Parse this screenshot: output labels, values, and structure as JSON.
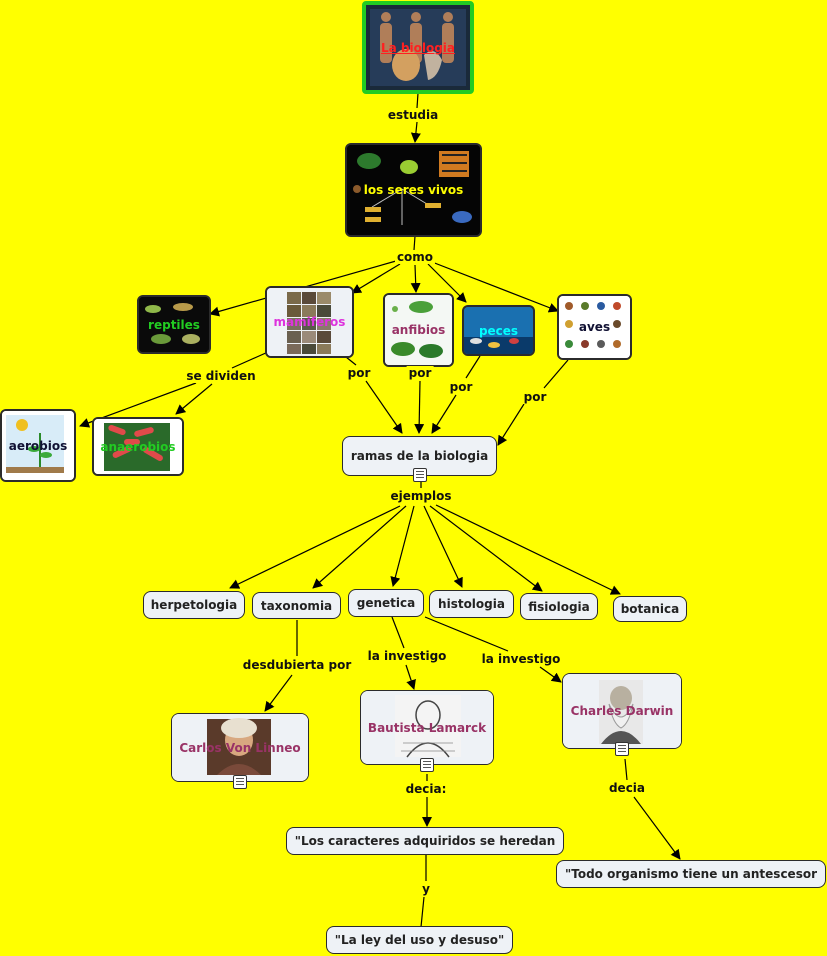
{
  "nodes": {
    "biologia": "La biologia",
    "seres": "los seres vivos",
    "reptiles": "reptiles",
    "mamiferos": "mamiferos",
    "anfibios": "anfibios",
    "peces": "peces",
    "aves": "aves",
    "aerobios": "aerobios",
    "anaerobios": "anaerobios",
    "ramas": "ramas de la biologia",
    "herpetologia": "herpetologia",
    "taxonomia": "taxonomia",
    "genetica": "genetica",
    "histologia": "histologia",
    "fisiologia": "fisiologia",
    "botanica": "botanica",
    "linneo": "Carlos Von Linneo",
    "lamarck": "Bautista Lamarck",
    "darwin": "Charles Darwin",
    "caracteres": "\"Los caracteres adquiridos se heredan",
    "ley": "\"La ley del uso y desuso\"",
    "organismo": "\"Todo organismo tiene un antescesor"
  },
  "links": {
    "estudia": "estudia",
    "como": "como",
    "se_dividen": "se dividen",
    "por1": "por",
    "por2": "por",
    "por3": "por",
    "por4": "por",
    "ejemplos": "ejemplos",
    "desdubierta_por": "desdubierta por",
    "la_investigo1": "la investigo",
    "la_investigo2": "la investigo",
    "decia1": "decia:",
    "decia2": "decia",
    "y": "y"
  },
  "colors": {
    "background": "#ffff00",
    "node_fill": "#eef2f6",
    "root_border": "#22cc22",
    "label_red": "#ff2020",
    "label_yellow": "#ffff00",
    "label_green": "#22cc22",
    "label_magenta": "#dd33dd",
    "label_purple": "#993366",
    "label_cyan": "#00ffff",
    "label_navy": "#111133"
  }
}
